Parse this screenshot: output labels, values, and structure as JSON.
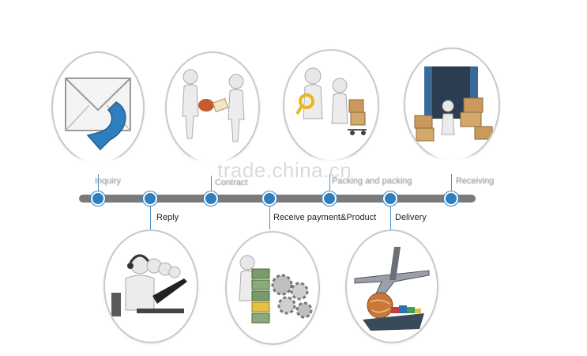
{
  "steps_top": [
    {
      "label": "Inquiry",
      "icon": "envelope-reply-icon"
    },
    {
      "label": "Contract",
      "icon": "handshake-figures-icon"
    },
    {
      "label": "Packing and packing",
      "icon": "figures-box-cart-icon"
    },
    {
      "label": "Receiving",
      "icon": "container-boxes-icon"
    }
  ],
  "steps_bottom": [
    {
      "label": "Reply",
      "icon": "call-center-icon"
    },
    {
      "label": "Receive payment&Product",
      "icon": "money-gears-icon"
    },
    {
      "label": "Delivery",
      "icon": "plane-ship-globe-icon"
    }
  ],
  "watermark": "trade.china.cn",
  "colors": {
    "accent": "#2f7fbf",
    "line": "#7a7a7a",
    "border": "#c9c9c9"
  }
}
